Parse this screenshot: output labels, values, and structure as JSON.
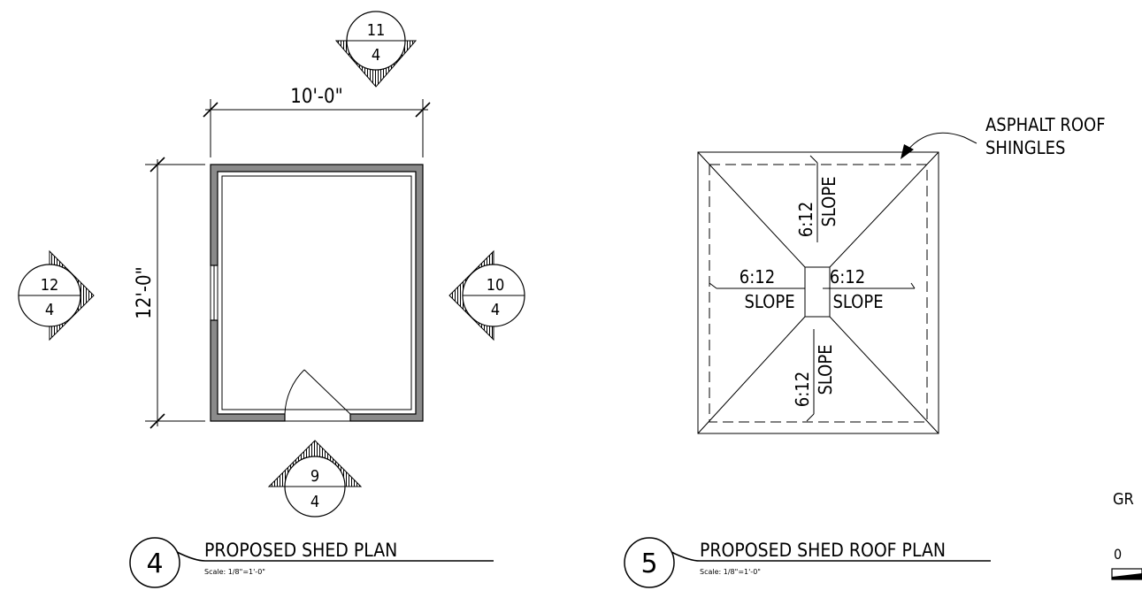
{
  "plan": {
    "dim_width": "10'-0\"",
    "dim_height": "12'-0\"",
    "markers": {
      "top": {
        "num": "11",
        "sheet": "4"
      },
      "left": {
        "num": "12",
        "sheet": "4"
      },
      "right": {
        "num": "10",
        "sheet": "4"
      },
      "bottom": {
        "num": "9",
        "sheet": "4"
      }
    },
    "title_num": "4",
    "title": "PROPOSED SHED PLAN",
    "scale": "Scale: 1/8\"=1'-0\""
  },
  "roof": {
    "callout_line1": "ASPHALT ROOF",
    "callout_line2": "SHINGLES",
    "slopes": [
      {
        "ratio": "6:12",
        "word": "SLOPE"
      },
      {
        "ratio": "6:12",
        "word": "SLOPE"
      },
      {
        "ratio": "6:12",
        "word": "SLOPE"
      },
      {
        "ratio": "6:12",
        "word": "SLOPE"
      }
    ],
    "title_num": "5",
    "title": "PROPOSED SHED ROOF PLAN",
    "scale": "Scale: 1/8\"=1'-0\""
  },
  "graphic_scale": {
    "label": "GR",
    "zero": "0"
  }
}
